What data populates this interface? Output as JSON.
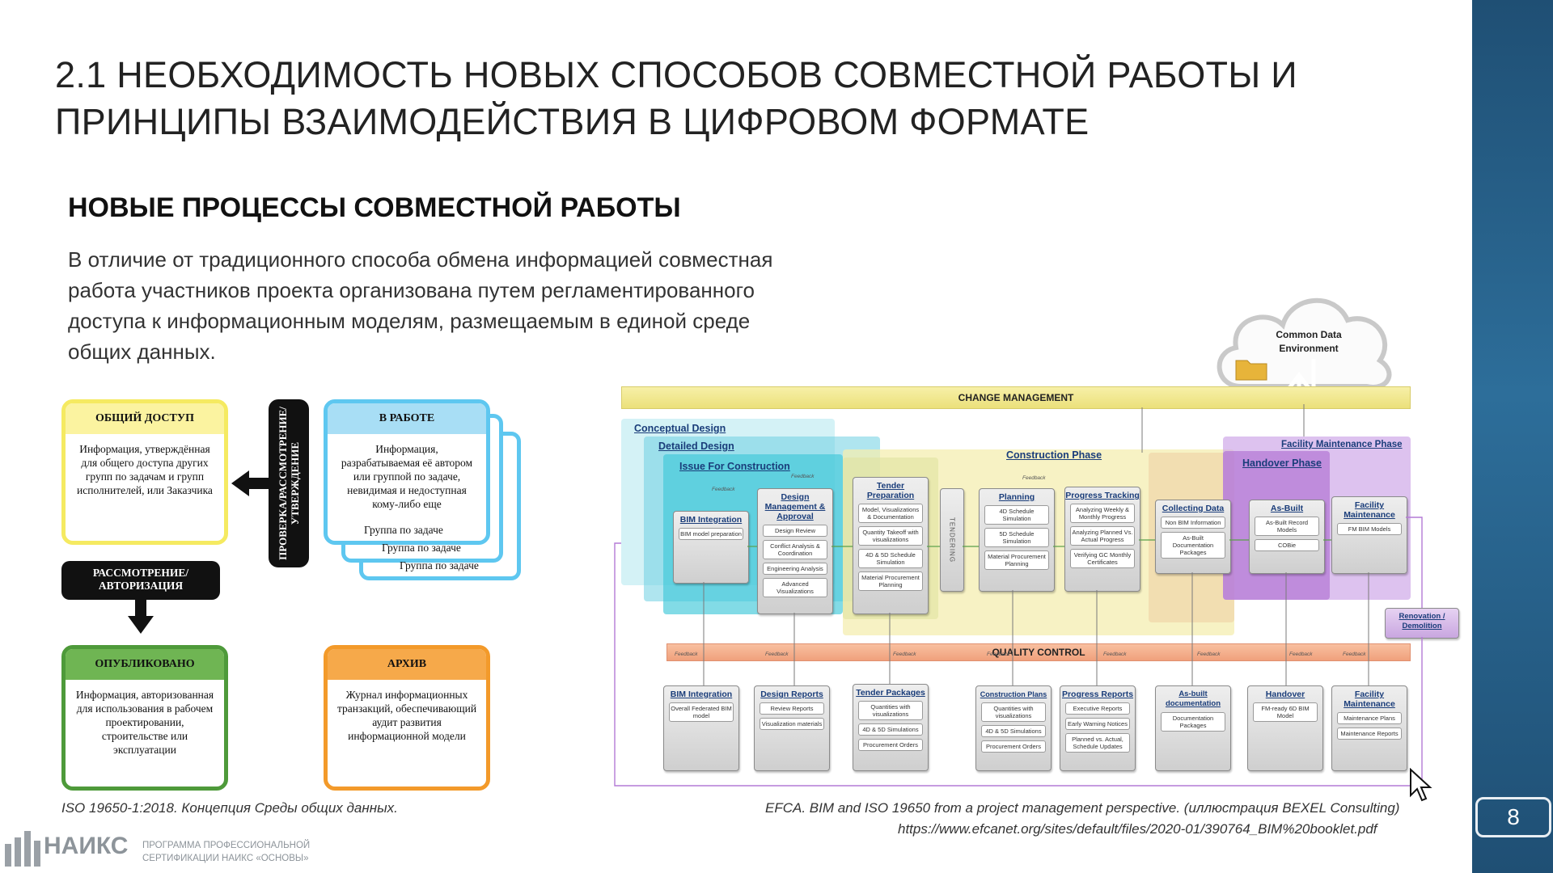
{
  "slide": {
    "title": "2.1 НЕОБХОДИМОСТЬ НОВЫХ СПОСОБОВ СОВМЕСТНОЙ РАБОТЫ И ПРИНЦИПЫ ВЗАИМОДЕЙСТВИЯ В ЦИФРОВОМ ФОРМАТЕ",
    "section_title": "НОВЫЕ ПРОЦЕССЫ СОВМЕСТНОЙ РАБОТЫ",
    "intro": "В отличие от традиционного способа обмена информацией совместная работа участников проекта организована путем регламентированного доступа к информационным моделям, размещаемым в единой среде общих данных.",
    "page_number": "8"
  },
  "iso": {
    "shared": {
      "title": "ОБЩИЙ ДОСТУП",
      "text": "Информация, утверждённая для общего доступа других групп по задачам и групп исполнителей, или Заказчика"
    },
    "review_tag": "ПРОВЕРКА/РАССМОТРЕНИЕ/ УТВЕРЖДЕНИЕ",
    "wip": {
      "title": "В РАБОТЕ",
      "text": "Информация, разрабатываемая её автором или группой по задаче, невидимая и недоступная кому-либо еще"
    },
    "task_groups": [
      "Группа по задаче",
      "Группа по задаче",
      "Группа по задаче"
    ],
    "authorize_tag": "РАССМОТРЕНИЕ/ АВТОРИЗАЦИЯ",
    "published": {
      "title": "ОПУБЛИКОВАНО",
      "text": "Информация, авторизованная для использования в рабочем проектировании, строительстве или эксплуатации"
    },
    "archive": {
      "title": "АРХИВ",
      "text": "Журнал информационных транзакций, обеспечивающий аудит развития информационной модели"
    },
    "caption": "ISO 19650-1:2018. Концепция Среды общих данных."
  },
  "efca": {
    "cloud": "Common Data Environment",
    "change_management": "CHANGE MANAGEMENT",
    "quality_control": "QUALITY CONTROL",
    "regions": {
      "conceptual": "Conceptual Design",
      "detailed": "Detailed Design",
      "issue": "Issue For Construction",
      "construction": "Construction Phase",
      "facility_phase": "Facility Maintenance Phase",
      "handover_phase": "Handover Phase"
    },
    "tendering": "TENDERING",
    "feedback": "Feedback",
    "process_boxes": [
      {
        "title": "BIM Integration",
        "chips": [
          "BIM model preparation"
        ]
      },
      {
        "title": "Design Management & Approval",
        "chips": [
          "Design Review",
          "Conflict Analysis & Coordination",
          "Engineering Analysis",
          "Advanced Visualizations"
        ]
      },
      {
        "title": "Tender Preparation",
        "chips": [
          "Model, Visualizations & Documentation",
          "Quantity Takeoff with visualizations",
          "4D & 5D Schedule Simulation",
          "Material Procurement Planning"
        ]
      },
      {
        "title": "Planning",
        "chips": [
          "4D Schedule Simulation",
          "5D Schedule Simulation",
          "Material Procurement Planning"
        ]
      },
      {
        "title": "Progress Tracking",
        "chips": [
          "Analyzing Weekly & Monthly Progress",
          "Analyzing Planned Vs. Actual Progress",
          "Verifying GC Monthly Certificates"
        ]
      },
      {
        "title": "Collecting Data",
        "chips": [
          "Non BIM Information",
          "As-Built Documentation Packages"
        ]
      },
      {
        "title": "As-Built",
        "chips": [
          "As-Built Record Models",
          "COBie"
        ]
      },
      {
        "title": "Facility Maintenance",
        "chips": [
          "FM BIM Models"
        ]
      }
    ],
    "renovation": "Renovation / Demolition",
    "output_boxes": [
      {
        "title": "BIM Integration",
        "chips": [
          "Overall Federated BIM model"
        ]
      },
      {
        "title": "Design Reports",
        "chips": [
          "Review Reports",
          "Visualization materials"
        ]
      },
      {
        "title": "Tender Packages",
        "chips": [
          "Quantities with visualizations",
          "4D & 5D Simulations",
          "Procurement Orders"
        ]
      },
      {
        "title": "Construction Plans",
        "chips": [
          "Quantities with visualizations",
          "4D & 5D Simulations",
          "Procurement Orders"
        ]
      },
      {
        "title": "Progress Reports",
        "chips": [
          "Executive Reports",
          "Early Warning Notices",
          "Planned vs. Actual, Schedule Updates"
        ]
      },
      {
        "title": "As-built documentation",
        "chips": [
          "Documentation Packages"
        ]
      },
      {
        "title": "Handover",
        "chips": [
          "FM-ready 6D BIM Model"
        ]
      },
      {
        "title": "Facility Maintenance",
        "chips": [
          "Maintenance Plans",
          "Maintenance Reports"
        ]
      }
    ],
    "caption_line1": "EFCA. BIM and ISO 19650 from a project management perspective. (иллюстрация BEXEL Consulting)",
    "caption_line2": "https://www.efcanet.org/sites/default/files/2020-01/390764_BIM%20booklet.pdf"
  },
  "footer": {
    "logo": "НАИКС",
    "program_line1": "ПРОГРАММА ПРОФЕССИОНАЛЬНОЙ",
    "program_line2": "СЕРТИФИКАЦИИ НАИКС «ОСНОВЫ»"
  },
  "colors": {
    "sidebar": "#1f4f74",
    "yellow": "#f5ea61",
    "blue": "#5ec7f0",
    "green": "#4e9a3a",
    "orange": "#f39a2a",
    "purple": "#b47ad6",
    "teal": "#3fc7d8"
  }
}
